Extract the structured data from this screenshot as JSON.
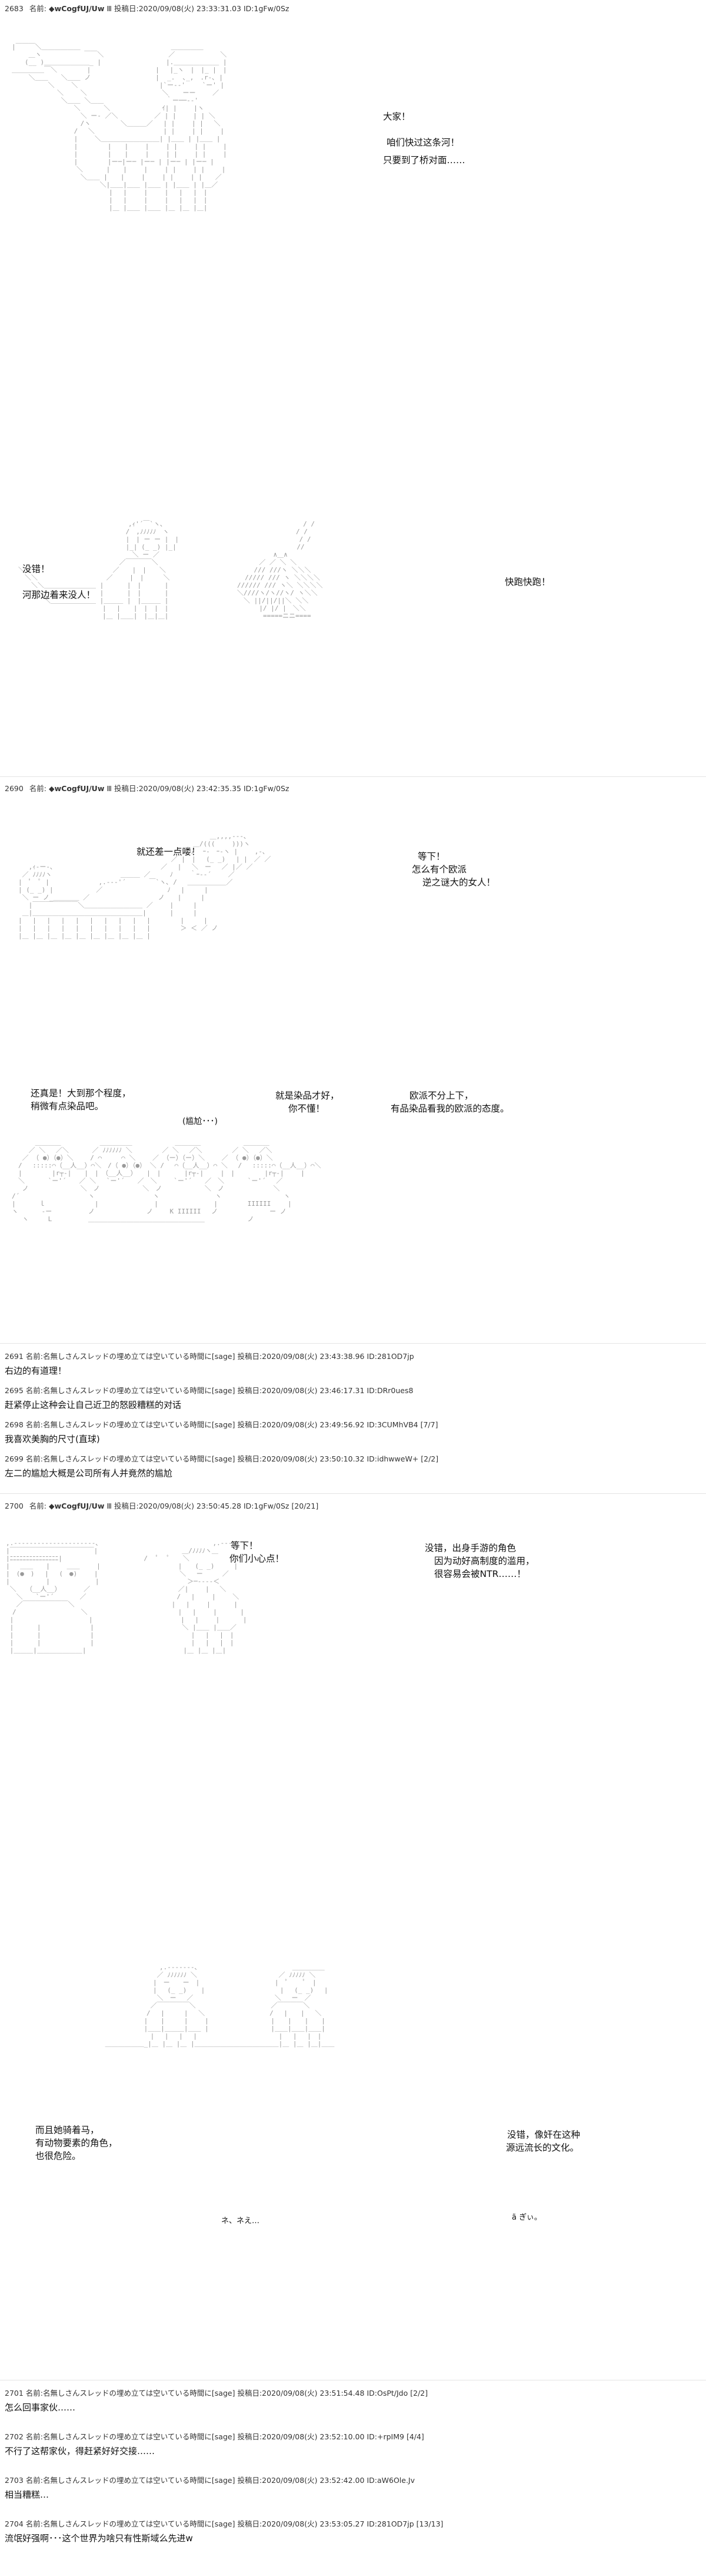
{
  "post_2683": {
    "header": {
      "number": "2683",
      "name_label": "名前:",
      "name": "◆wCogfUJ/Uw",
      "icon_glyph": "Ⅲ",
      "date_label": "投稿日:",
      "date": "2020/09/08(火) 23:33:31.03",
      "id": "ID:1gFw/0Sz"
    },
    "dialogue_top": [
      "大家！",
      "咱们快过这条河！",
      "只要到了桥对面……"
    ],
    "dialogue_left": [
      "没错！",
      "河那边着来没人！"
    ],
    "dialogue_right": [
      "快跑快跑！"
    ]
  },
  "post_2690": {
    "header": {
      "number": "2690",
      "name_label": "名前:",
      "name": "◆wCogfUJ/Uw",
      "icon_glyph": "Ⅲ",
      "date_label": "投稿日:",
      "date": "2020/09/08(火) 23:42:35.35",
      "id": "ID:1gFw/0Sz"
    },
    "dialogue_a": [
      "就还差一点喽！"
    ],
    "dialogue_b": [
      "等下！",
      "怎么有个欧派",
      "逆之谜大的女人！"
    ],
    "dialogue_c": [
      "还真是！大到那个程度，",
      "稍微有点染品吧。"
    ],
    "dialogue_d": [
      "就是染品才好，",
      "你不懂！"
    ],
    "dialogue_e": [
      "欧派不分上下，",
      "有品染品看我的欧派的态度。"
    ],
    "dialogue_f": [
      "(尴尬･･･)"
    ]
  },
  "replies_1": [
    {
      "number": "2691",
      "name_label": "名前:",
      "name": "名無しさんスレッドの埋め立ては空いている時間に",
      "mail": "[sage]",
      "date_label": "投稿日:",
      "date": "2020/09/08(火) 23:43:38.96",
      "id": "ID:281OD7jp",
      "body": "右边的有道理！"
    },
    {
      "number": "2695",
      "name_label": "名前:",
      "name": "名無しさんスレッドの埋め立ては空いている時間に",
      "mail": "[sage]",
      "date_label": "投稿日:",
      "date": "2020/09/08(火) 23:46:17.31",
      "id": "ID:DRr0ues8",
      "body": "赶紧停止这种会让自己近卫的怒殴糟糕的对话"
    },
    {
      "number": "2698",
      "name_label": "名前:",
      "name": "名無しさんスレッドの埋め立ては空いている時間に",
      "mail": "[sage]",
      "date_label": "投稿日:",
      "date": "2020/09/08(火) 23:49:56.92",
      "id": "ID:3CUMhVB4",
      "extra": "[7/7]",
      "body": "我喜欢美胸的尺寸(直球)"
    },
    {
      "number": "2699",
      "name_label": "名前:",
      "name": "名無しさんスレッドの埋め立ては空いている時間に",
      "mail": "[sage]",
      "date_label": "投稿日:",
      "date": "2020/09/08(火) 23:50:10.32",
      "id": "ID:idhwweW+",
      "extra": "[2/2]",
      "body": "左二的尴尬大概是公司所有人并竟然的尴尬"
    }
  ],
  "post_2700": {
    "header": {
      "number": "2700",
      "name_label": "名前:",
      "name": "◆wCogfUJ/Uw",
      "icon_glyph": "Ⅲ",
      "date_label": "投稿日:",
      "date": "2020/09/08(火) 23:50:45.28",
      "id": "ID:1gFw/0Sz",
      "extra": "[20/21]"
    },
    "dialogue_a": [
      "等下！",
      "你们小心点！"
    ],
    "dialogue_b": [
      "没错，出身手游的角色",
      "因为动好高制度的滥用，",
      "很容易会被NTR……！"
    ],
    "dialogue_c": [
      "而且她骑着马，",
      "有动物要素的角色，",
      "也很危险。"
    ],
    "dialogue_d": [
      "没错，像奸在这种",
      "源远流长的文化。"
    ],
    "dialogue_e": [
      "ネ、ネえ…"
    ],
    "dialogue_f": [
      "ã ぎぃ。"
    ]
  },
  "replies_2": [
    {
      "number": "2701",
      "name_label": "名前:",
      "name": "名無しさんスレッドの埋め立ては空いている時間に",
      "mail": "[sage]",
      "date_label": "投稿日:",
      "date": "2020/09/08(火) 23:51:54.48",
      "id": "ID:OsPt/Jdo",
      "extra": "[2/2]",
      "body": "怎么回事家伙……"
    },
    {
      "number": "2702",
      "name_label": "名前:",
      "name": "名無しさんスレッドの埋め立ては空いている時間に",
      "mail": "[sage]",
      "date_label": "投稿日:",
      "date": "2020/09/08(火) 23:52:10.00",
      "id": "ID:+rpIM9",
      "extra": "[4/4]",
      "body": "不行了这帮家伙，得赶紧好好交接……"
    },
    {
      "number": "2703",
      "name_label": "名前:",
      "name": "名無しさんスレッドの埋め立ては空いている時間に",
      "mail": "[sage]",
      "date_label": "投稿日:",
      "date": "2020/09/08(火) 23:52:42.00",
      "id": "ID:aW6Ole.Jv",
      "body": "相当糟糕…"
    },
    {
      "number": "2704",
      "name_label": "名前:",
      "name": "名無しさんスレッドの埋め立ては空いている時間に",
      "mail": "[sage]",
      "date_label": "投稿日:",
      "date": "2020/09/08(火) 23:53:05.27",
      "id": "ID:281OD7jp",
      "extra": "[13/13]",
      "body": "流氓好强啊･･･这个世界为啥只有性斯域么先进w"
    }
  ]
}
